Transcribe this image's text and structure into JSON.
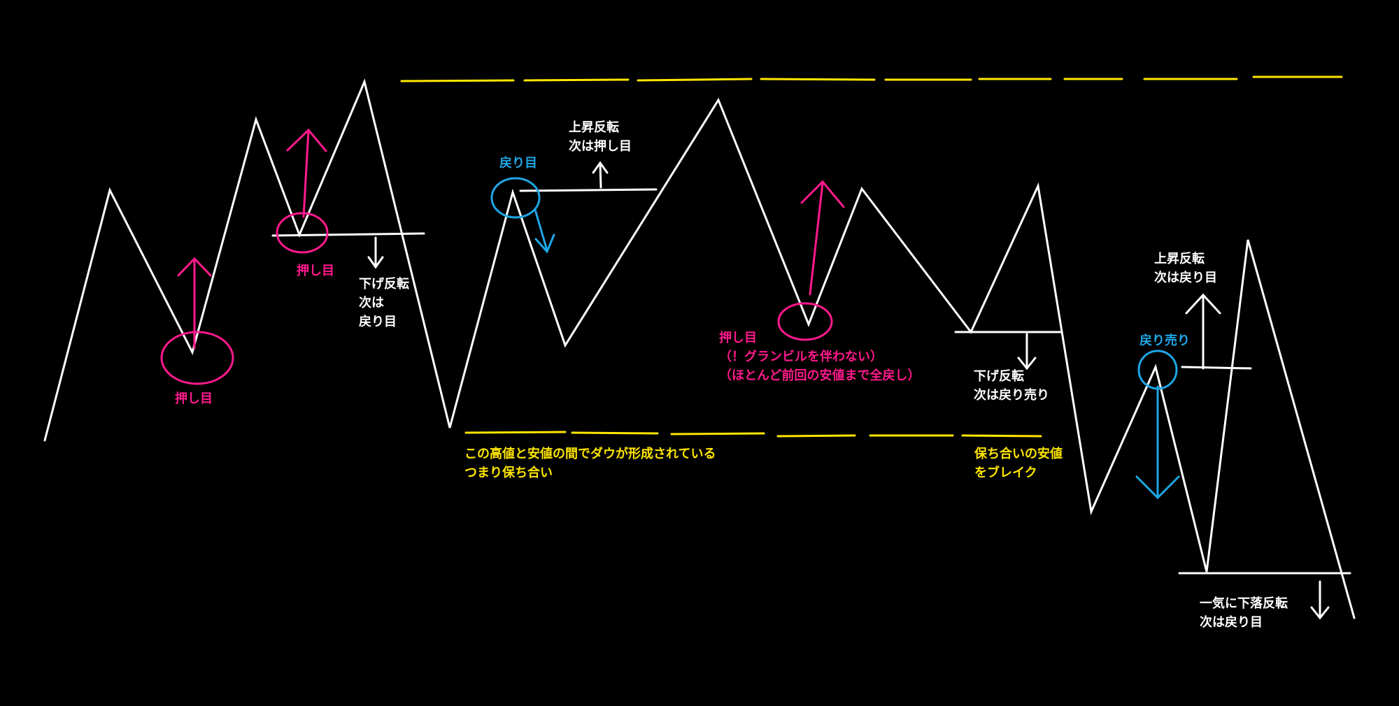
{
  "colors": {
    "background": "#000000",
    "price_line": "#ffffff",
    "pullback": "#ff1a8c",
    "retracement": "#1ea7e6",
    "range": "#ffe600"
  },
  "labels": {
    "pullback_1": "押し目",
    "pullback_2": "押し目",
    "reversal_down_1": [
      "下げ反転",
      "次は",
      "戻り目"
    ],
    "retracement_1": "戻り目",
    "reversal_up_1": [
      "上昇反転",
      "次は押し目"
    ],
    "pullback_3": [
      "押し目",
      "（！グランビルを伴わない）",
      "（ほとんど前回の安値まで全戻し）"
    ],
    "range_note": [
      "この高値と安値の間でダウが形成されている",
      "つまり保ち合い"
    ],
    "reversal_down_2": [
      "下げ反転",
      "次は戻り売り"
    ],
    "range_break": [
      "保ち合いの安値",
      "をブレイク"
    ],
    "retracement_sell": "戻り売り",
    "reversal_up_2": [
      "上昇反転",
      "次は戻り目"
    ],
    "sharp_drop": [
      "一気に下落反転",
      "次は戻り目"
    ]
  }
}
